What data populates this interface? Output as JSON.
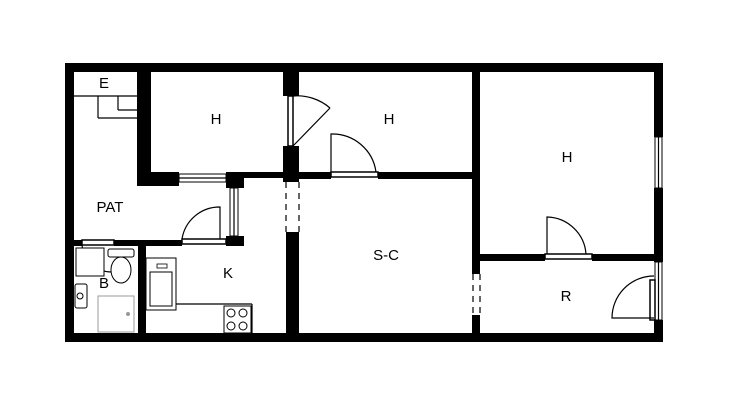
{
  "floorplan": {
    "rooms": [
      {
        "id": "entry",
        "label": "E"
      },
      {
        "id": "bedroom-left",
        "label": "H"
      },
      {
        "id": "bedroom-middle",
        "label": "H"
      },
      {
        "id": "bedroom-right",
        "label": "H"
      },
      {
        "id": "hallway",
        "label": "PAT"
      },
      {
        "id": "bathroom",
        "label": "B"
      },
      {
        "id": "kitchen",
        "label": "K"
      },
      {
        "id": "living-room",
        "label": "S-C"
      },
      {
        "id": "storage",
        "label": "R"
      }
    ]
  }
}
